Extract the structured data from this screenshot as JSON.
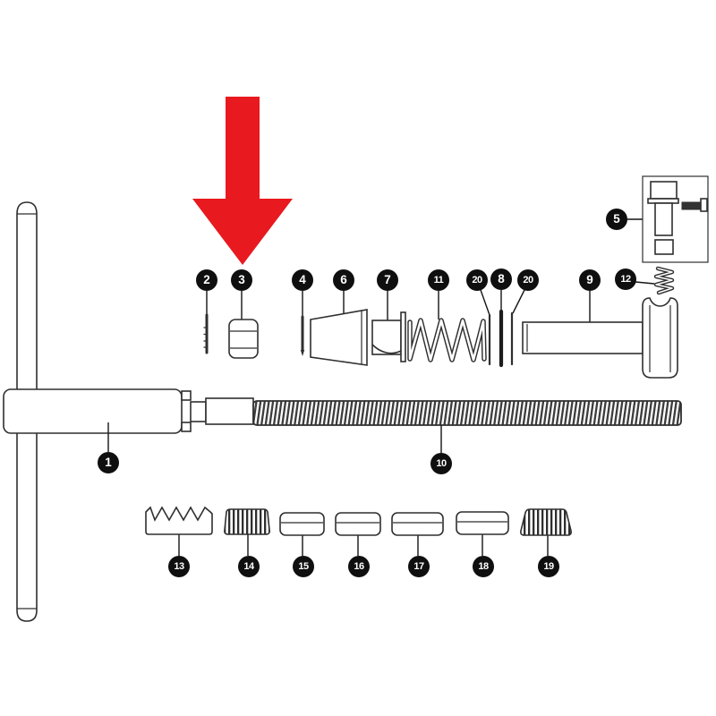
{
  "diagram": {
    "kind": "exploded-parts-diagram",
    "highlight": {
      "points_to": "3"
    }
  },
  "colors": {
    "arrow": "#e8191f",
    "line": "#2f2f2f",
    "balloon": "#0f0f0f",
    "background": "#ffffff"
  },
  "callouts": {
    "b1": "1",
    "b2": "2",
    "b3": "3",
    "b4": "4",
    "b5": "5",
    "b6": "6",
    "b7": "7",
    "b8": "8",
    "b9": "9",
    "b10": "10",
    "b11": "11",
    "b12": "12",
    "b13": "13",
    "b14": "14",
    "b15": "15",
    "b16": "16",
    "b17": "17",
    "b18": "18",
    "b19": "19",
    "b20a": "20",
    "b20b": "20"
  }
}
